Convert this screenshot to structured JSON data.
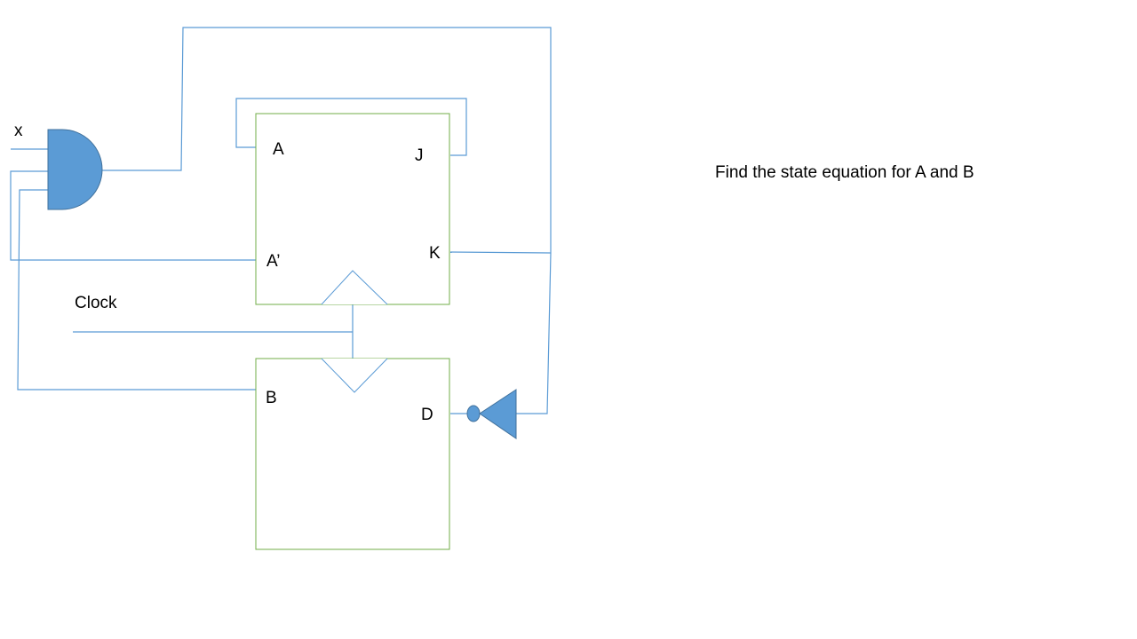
{
  "labels": {
    "input_x": "x",
    "ff_a_output": "A",
    "ff_a_output_not": "A’",
    "ff_a_input_j": "J",
    "ff_a_input_k": "K",
    "clock": "Clock",
    "ff_b_output": "B",
    "ff_b_input_d": "D"
  },
  "question": "Find the state equation for A and B",
  "colors": {
    "wire": "#5b9bd5",
    "flip_flop_border": "#70ad47",
    "gate_fill": "#5b9bd5"
  },
  "components": {
    "gate_a": "and-gate-icon",
    "gate_b": "not-gate-icon",
    "flip_flop_a": "jk-flip-flop",
    "flip_flop_b": "d-flip-flop"
  }
}
